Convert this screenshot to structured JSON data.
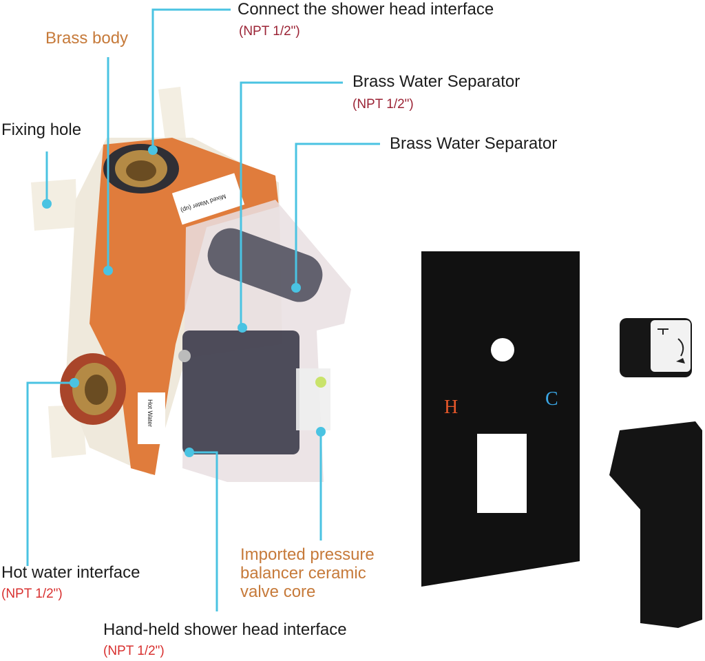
{
  "colors": {
    "leader_line": "#4ac3e2",
    "accent_orange_text": "#c67a3a",
    "npt_dark_red": "#9b2335",
    "npt_red": "#d8302f",
    "valve_body": "#e07c3c",
    "trim_black": "#111111",
    "hot_mark": "#e5572a",
    "cold_mark": "#3aa7e6"
  },
  "labels": {
    "shower_head": {
      "title": "Connect the shower head interface",
      "spec": "(NPT 1/2\")"
    },
    "brass_body": {
      "title": "Brass body"
    },
    "separator_1": {
      "title": "Brass Water Separator",
      "spec": "(NPT 1/2\")"
    },
    "fixing_hole": {
      "title": "Fixing hole"
    },
    "separator_2": {
      "title": "Brass Water Separator"
    },
    "hot_water": {
      "title": "Hot water interface",
      "spec": "(NPT 1/2\")"
    },
    "valve_core": {
      "line1": "Imported pressure",
      "line2": "balancer ceramic",
      "line3": "valve core"
    },
    "hand_held": {
      "title": "Hand-held shower head interface",
      "spec": "(NPT 1/2\")"
    }
  },
  "product_stickers": {
    "top": "Mixed Water (up)",
    "side": "Hot Water"
  },
  "trim_plate": {
    "hot_letter": "H",
    "cold_letter": "C"
  },
  "icons": [
    "fixed-shower-head-icon",
    "hand-shower-icon",
    "curved-arrow-icon"
  ]
}
